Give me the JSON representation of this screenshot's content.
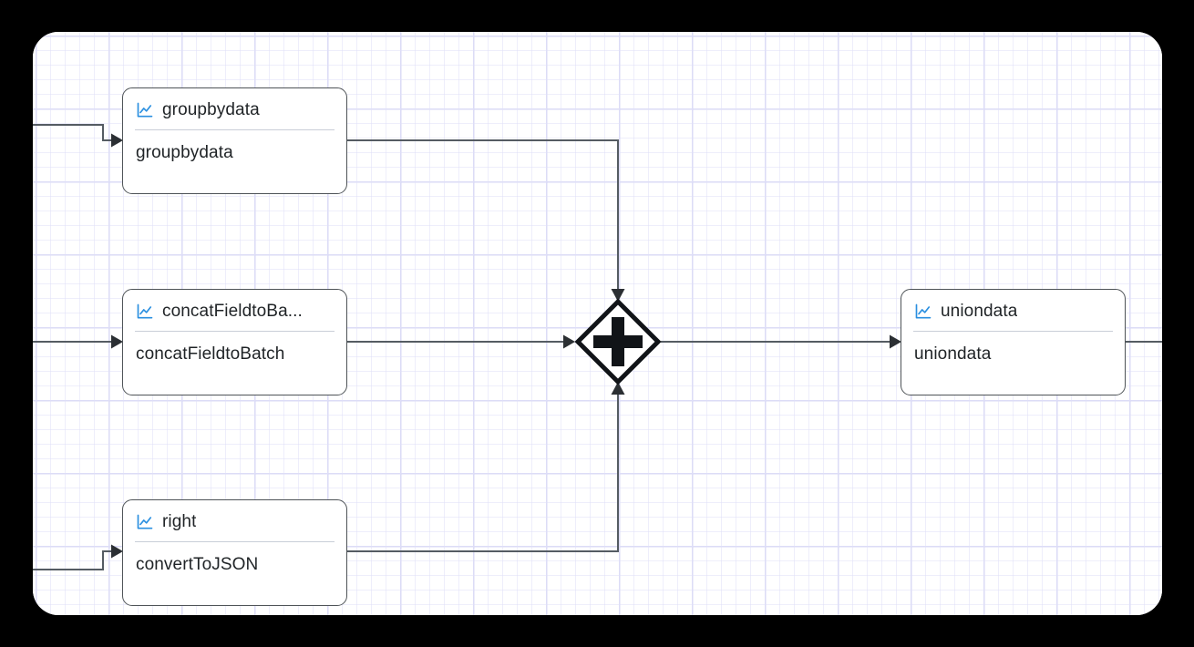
{
  "canvas": {
    "background_color": "#ffffff",
    "outer_background_color": "#000000",
    "grid_color": "#e0e0f8"
  },
  "nodes": [
    {
      "id": "groupbydata",
      "title": "groupbydata",
      "subtitle": "groupbydata",
      "icon": "line-chart-icon",
      "icon_color": "#2a8fe0"
    },
    {
      "id": "concatFieldtoBatch",
      "title": "concatFieldtoBa...",
      "subtitle": "concatFieldtoBatch",
      "icon": "line-chart-icon",
      "icon_color": "#2a8fe0"
    },
    {
      "id": "right",
      "title": "right",
      "subtitle": "convertToJSON",
      "icon": "line-chart-icon",
      "icon_color": "#2a8fe0"
    },
    {
      "id": "uniondata",
      "title": "uniondata",
      "subtitle": "uniondata",
      "icon": "line-chart-icon",
      "icon_color": "#2a8fe0"
    }
  ],
  "merge_node": {
    "id": "merge-junction",
    "shape": "diamond",
    "glyph": "plus",
    "stroke_color": "#111418"
  },
  "edges": [
    {
      "id": "in-to-groupbydata",
      "from": "canvas-left",
      "to": "groupbydata",
      "arrow": "right"
    },
    {
      "id": "in-to-concat",
      "from": "canvas-left",
      "to": "concatFieldtoBatch",
      "arrow": "right"
    },
    {
      "id": "in-to-right",
      "from": "canvas-left",
      "to": "right",
      "arrow": "right"
    },
    {
      "id": "groupbydata-to-merge",
      "from": "groupbydata",
      "to": "merge-junction",
      "arrow": "down"
    },
    {
      "id": "concat-to-merge",
      "from": "concatFieldtoBatch",
      "to": "merge-junction",
      "arrow": "right"
    },
    {
      "id": "right-to-merge",
      "from": "right",
      "to": "merge-junction",
      "arrow": "up"
    },
    {
      "id": "merge-to-uniondata",
      "from": "merge-junction",
      "to": "uniondata",
      "arrow": "right"
    },
    {
      "id": "uniondata-to-out",
      "from": "uniondata",
      "to": "canvas-right",
      "arrow": "none"
    }
  ]
}
